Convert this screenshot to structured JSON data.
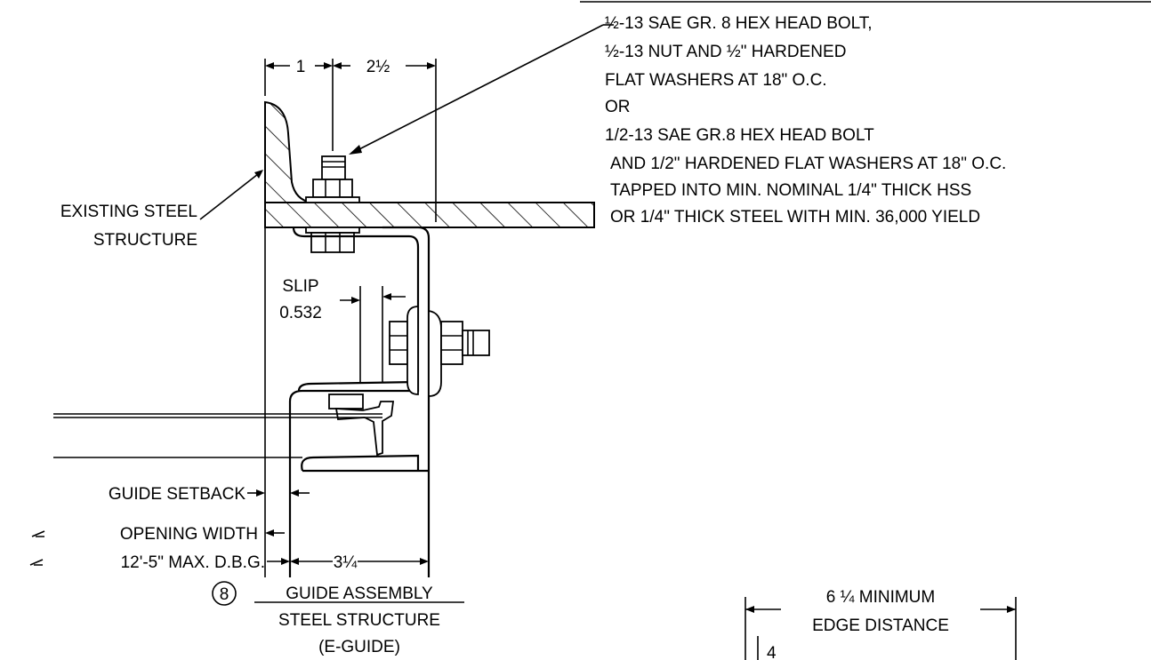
{
  "note": {
    "lines": [
      "½-13 SAE GR. 8 HEX HEAD BOLT,",
      "½-13 NUT AND ½\" HARDENED",
      "FLAT WASHERS AT 18\" O.C.",
      "OR",
      "1/2-13 SAE GR.8 HEX HEAD BOLT",
      "AND 1/2\" HARDENED FLAT WASHERS AT 18\" O.C.",
      "TAPPED INTO MIN. NOMINAL 1/4\" THICK HSS",
      "OR 1/4\" THICK STEEL WITH MIN. 36,000 YIELD"
    ]
  },
  "labels": {
    "existing1": "EXISTING STEEL",
    "existing2": "STRUCTURE",
    "slip1": "SLIP",
    "slip2": "0.532",
    "dim1": "1",
    "dim2": "2½",
    "guide_setback": "GUIDE SETBACK",
    "opening_width": "OPENING WIDTH",
    "max_dbg": "12'-5\" MAX. D.B.G.",
    "dim34": "3¼",
    "detail_no": "8",
    "title1": "GUIDE ASSEMBLY",
    "title2": "STEEL STRUCTURE",
    "title3": "(E-GUIDE)",
    "edge1": "6 ¼ MINIMUM",
    "edge2": "EDGE DISTANCE",
    "edge_mark": "4"
  }
}
